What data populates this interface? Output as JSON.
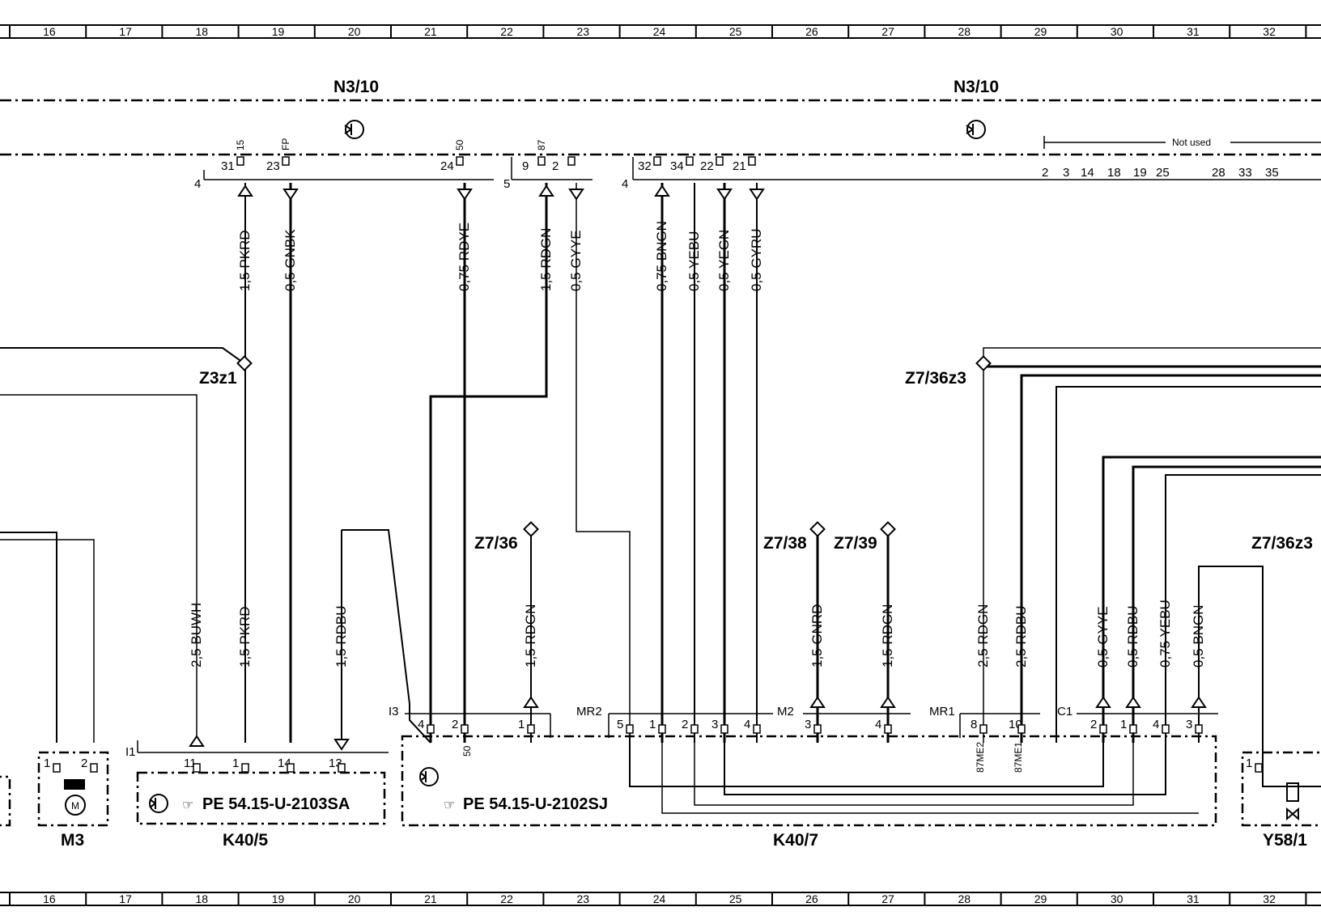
{
  "grid": {
    "numbers": [
      "16",
      "17",
      "18",
      "19",
      "20",
      "21",
      "22",
      "23",
      "24",
      "25",
      "26",
      "27",
      "28",
      "29",
      "30",
      "31",
      "32"
    ]
  },
  "components": {
    "n3_10_left": "N3/10",
    "n3_10_right": "N3/10",
    "k40_5": "K40/5",
    "k40_7": "K40/7",
    "m3": "M3",
    "y58_1": "Y58/1",
    "m3_motor": "M"
  },
  "references": {
    "k40_5": "PE 54.15-U-2103SA",
    "k40_7": "PE 54.15-U-2102SJ"
  },
  "connectors": {
    "i1": "I1",
    "i3": "I3",
    "mr2": "MR2",
    "m2": "M2",
    "mr1": "MR1",
    "c1": "C1",
    "n3_block4_left": "4",
    "n3_block5": "5",
    "n3_block4_right": "4"
  },
  "splices": {
    "z3z1": "Z3z1",
    "z7_36z3_top": "Z7/36z3",
    "z7_36": "Z7/36",
    "z7_38": "Z7/38",
    "z7_39": "Z7/39",
    "z7_36z3_right": "Z7/36z3"
  },
  "not_used": "Not used",
  "not_used_pins": [
    "2",
    "3",
    "14",
    "18",
    "19",
    "25",
    "28",
    "33",
    "35"
  ],
  "top_pins": [
    {
      "pin": "31",
      "signal": "15"
    },
    {
      "pin": "23",
      "signal": "FP"
    },
    {
      "pin": "24",
      "signal": "50"
    },
    {
      "pin": "9",
      "signal": "87"
    },
    {
      "pin": "2",
      "signal": ""
    },
    {
      "pin": "32",
      "signal": ""
    },
    {
      "pin": "34",
      "signal": ""
    },
    {
      "pin": "22",
      "signal": ""
    },
    {
      "pin": "21",
      "signal": ""
    }
  ],
  "upper_wires": [
    "1,5 PKRD",
    "0,5 GNBK",
    "0,75 RDYE",
    "1,5 RDGN",
    "0,5 GYYE",
    "0,75 BNGN",
    "0,5 YEBU",
    "0,5 YEGN",
    "0,5 GYRU"
  ],
  "lower_wires": [
    "2,5 BUWH",
    "1,5 PKRD",
    "1,5 RDBU",
    "1,5 RDGN",
    "1,5 GNRD",
    "1,5 RDGN",
    "2,5 RDGN",
    "2,5 RDBU",
    "0,5 GYYE",
    "0,5 RDBU",
    "0,75 YEBU",
    "0,5 BNGN"
  ],
  "bottom_pins": {
    "m3": [
      "1",
      "2"
    ],
    "k40_5": [
      "11",
      "1",
      "14",
      "13"
    ],
    "i3": [
      "4",
      "2",
      "1"
    ],
    "i3_sub": "50",
    "mr2": [
      "5",
      "1",
      "2",
      "3",
      "4"
    ],
    "m2": [
      "3",
      "4"
    ],
    "mr1": [
      "8",
      "10"
    ],
    "mr1_sub": [
      "87ME2",
      "87ME1"
    ],
    "c1": [
      "2",
      "1",
      "4",
      "3"
    ],
    "y58": [
      "1"
    ]
  }
}
